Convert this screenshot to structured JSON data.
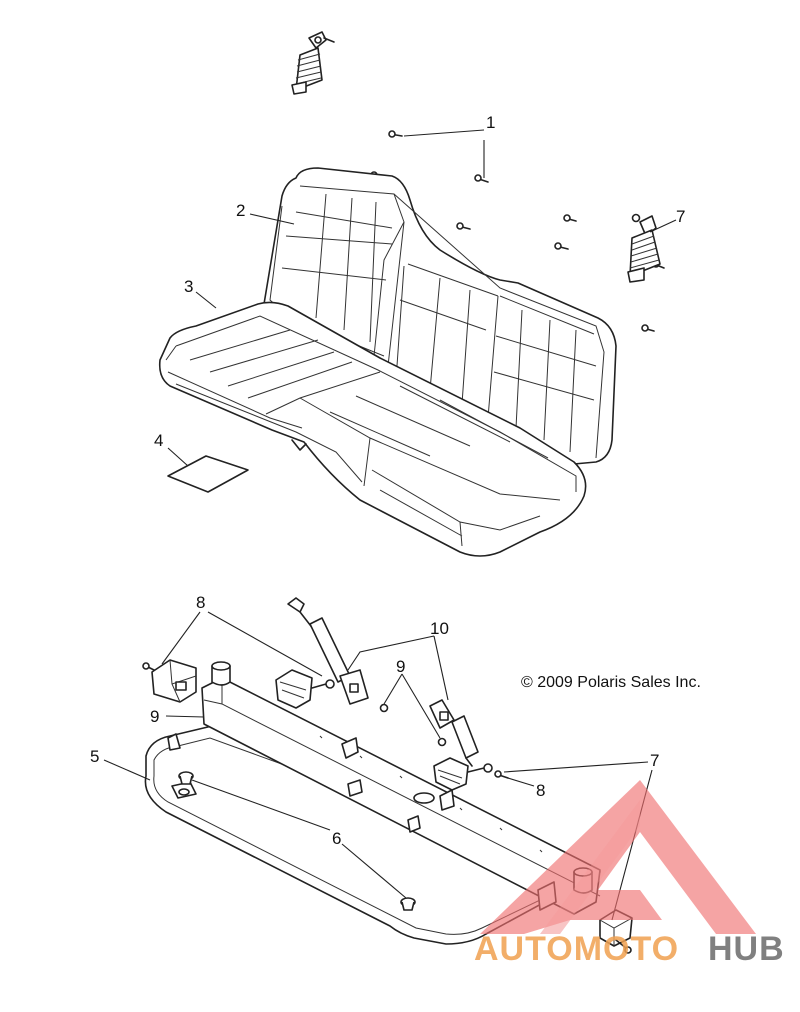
{
  "copyright": "© 2009 Polaris Sales Inc.",
  "callouts": {
    "c1": "1",
    "c2": "2",
    "c3": "3",
    "c4": "4",
    "c5": "5",
    "c6": "6",
    "c7a": "7",
    "c7b": "7",
    "c8a": "8",
    "c8b": "8",
    "c9a": "9",
    "c9b": "9",
    "c10": "10"
  },
  "watermark": {
    "part1": "AUTOMOTO",
    "part2": "HUB",
    "accent_color": "#f07070",
    "dark_color": "#6b6b6b"
  }
}
